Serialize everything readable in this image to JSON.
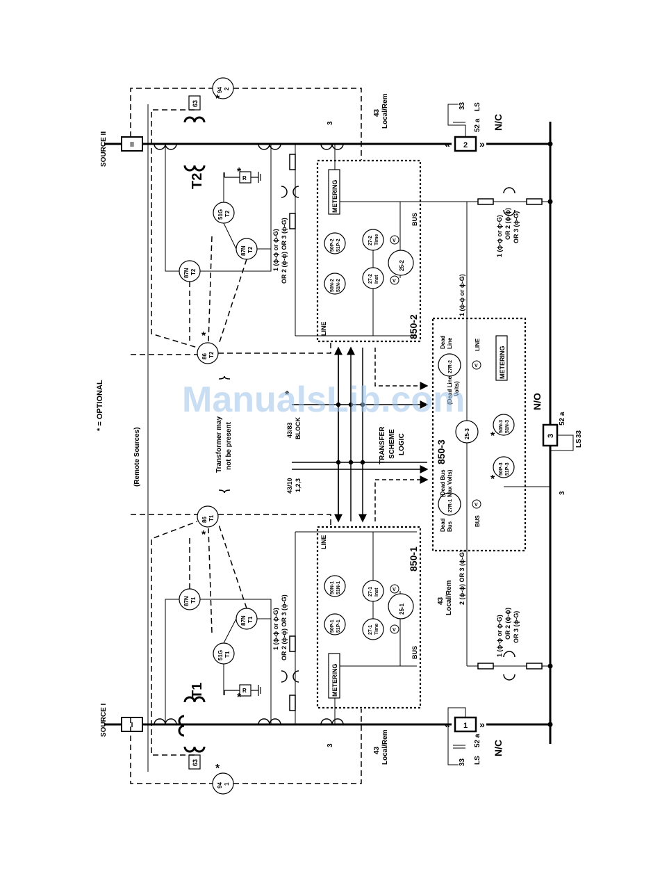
{
  "watermark": "ManualsLib.com",
  "notes": {
    "optional": "* = OPTIONAL",
    "remote_sources": "(Remote Sources)",
    "transformer_note_1": "Transformer may",
    "transformer_note_2": "not be present"
  },
  "sources": {
    "source_1_label": "SOURCE I",
    "source_1_symbol": "I",
    "source_2_label": "SOURCE II",
    "source_2_symbol": "II"
  },
  "transformers": {
    "t1": "T1",
    "t2": "T2"
  },
  "devices": {
    "d63": "63",
    "d94_1_top": "94",
    "d94_1_bot": "1",
    "d94_2_top": "94",
    "d94_2_bot": "2",
    "d86_t1_top": "86",
    "d86_t1_bot": "T1",
    "d86_t2_top": "86",
    "d86_t2_bot": "T2",
    "d87n_t1_top": "87N",
    "d87n_t1_bot": "T1",
    "d87n_t2_top": "87N",
    "d87n_t2_bot": "T2",
    "d51g_t1_top": "51G",
    "d51g_t1_bot": "T1",
    "d51g_t2_top": "51G",
    "d51g_t2_bot": "T2",
    "r": "R",
    "breaker_1": "1",
    "breaker_2": "2",
    "breaker_3": "3"
  },
  "relay_850_1": {
    "name": "850-1",
    "metering": "METERING",
    "line": "LINE",
    "bus": "BUS",
    "p1_top": "50P-1",
    "p1_bot": "51P-1",
    "n1_top": "50N-1",
    "n1_bot": "51N-1",
    "t1_top": "27-1",
    "t1_bot": "Time",
    "i1_top": "27-1",
    "i1_bot": "Inst",
    "sync": "25-1",
    "v": "V"
  },
  "relay_850_2": {
    "name": "850-2",
    "metering": "METERING",
    "line": "LINE",
    "bus": "BUS",
    "p2_top": "50P-2",
    "p2_bot": "51P-2",
    "n2_top": "50N-2",
    "n2_bot": "51N-2",
    "t2_top": "27-2",
    "t2_bot": "Time",
    "i2_top": "27-2",
    "i2_bot": "Inst",
    "sync": "25-2",
    "v": "V"
  },
  "relay_850_3": {
    "name": "850-3",
    "metering": "METERING",
    "line": "LINE",
    "bus": "BUS",
    "r1": "27R-1",
    "r2": "27R-2",
    "sync": "25-3",
    "dead_bus_1": "Dead",
    "dead_bus_2": "Bus",
    "dead_bus_max_1": "(Dead Bus",
    "dead_bus_max_2": "Max Volts)",
    "dead_line_1": "Dead",
    "dead_line_2": "Line",
    "dead_line_min_1": "(Dead Line",
    "dead_line_min_2": "Volts)",
    "p3_top": "50P-3",
    "p3_bot": "51P-3",
    "n3_top": "50N-3",
    "n3_bot": "51N-3",
    "v": "V"
  },
  "logic": {
    "l1": "TRANSFER",
    "l2": "SCHEME",
    "l3": "LOGIC",
    "block_top": "43/83",
    "block_bot": "BLOCK",
    "sel_top": "43/10",
    "sel_bot": "1,2,3"
  },
  "labels": {
    "local_rem_top": "43",
    "local_rem_bot": "Local/Rem",
    "nc": "N/C",
    "no": "N/O",
    "a52": "52 a",
    "ls": "LS",
    "c33": "33",
    "three": "3",
    "vt_1": "1 (ϕ-ϕ or ϕ-G)",
    "vt_2": "OR 2 (ϕ-ϕ) OR 3 (ϕ-G)",
    "vt_line_1": "2 (ϕ-ϕ) OR 3 (ϕ-G)",
    "vt_top_1": "1 (ϕ-ϕ or ϕ-G)",
    "vt_bus_1": "1 (ϕ-ϕ or ϕ-G)",
    "vt_bus_2": "OR 2 (ϕ-ϕ)",
    "vt_bus_3": "OR 3 (ϕ-G)",
    "vt_tie_1": "1 (ϕ-ϕ or ϕ-G)",
    "vt_tie_2": "OR 2 (ϕ-ϕ)",
    "vt_tie_3": "OR 3 (ϕ-G)",
    "vt_l2": "1 (ϕ-ϕ or ϕ-G)"
  }
}
